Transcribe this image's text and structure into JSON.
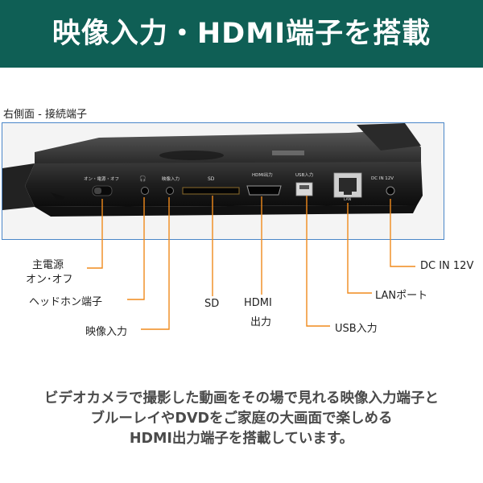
{
  "header": {
    "title": "映像入力・HDMI端子を搭載"
  },
  "section_label": "右側面 - 接続端子",
  "device_labels": {
    "power": "オン・電源・オフ",
    "headphone": "🎧",
    "video_in": "映像入力",
    "sd": "SD",
    "hdmi_out": "HDMI出力",
    "usb_in": "USB入力",
    "dc": "DC IN 12V",
    "lan": "LAN"
  },
  "callouts": {
    "power_line1": "主電源",
    "power_line2": "オン･オフ",
    "headphone": "ヘッドホン端子",
    "video_in": "映像入力",
    "sd": "SD",
    "hdmi_line1": "HDMI",
    "hdmi_line2": "出力",
    "usb": "USB入力",
    "lan": "LANポート",
    "dc": "DC IN 12V"
  },
  "caption": {
    "line1": "ビデオカメラで撮影した動画をその場で見れる映像入力端子と",
    "line2": "ブルーレイやDVDをご家庭の大画面で楽しめる",
    "line3": "HDMI出力端子を搭載しています。"
  },
  "colors": {
    "banner": "#0f5f55",
    "callout_line": "#f08a1c",
    "frame": "#4a86c8"
  }
}
